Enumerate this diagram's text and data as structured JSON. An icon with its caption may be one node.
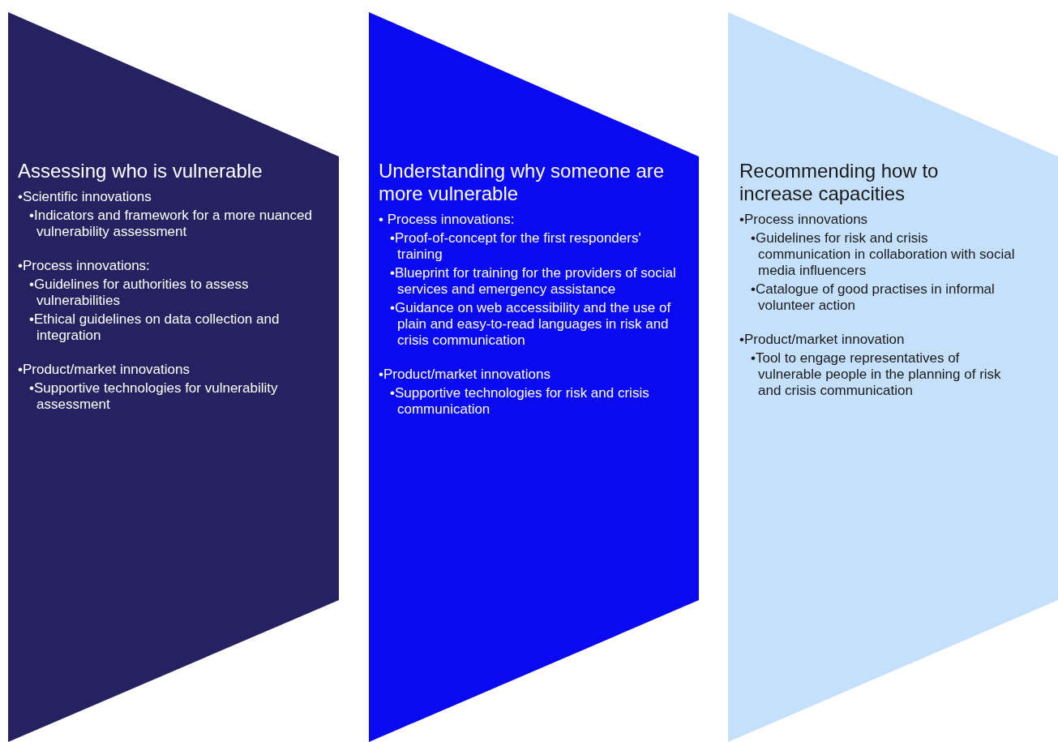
{
  "diagram": {
    "nodes": [
      {
        "text": [
          "Assessing who is vulnerable",
          "•Scientific innovations",
          "•Indicators and framework for a more nuanced vulnerability assessment",
          "•Process innovations:",
          "•Guidelines for authorities to assess vulnerabilities",
          "•Ethical guidelines on data collection and integration",
          "•Product/market innovations",
          "•Supportive technologies for vulnerability assessment"
        ]
      },
      {
        "text": [
          "Understanding why someone are more vulnerable",
          "• Process innovations:",
          "•Proof-of-concept for the first responders' training",
          "•Blueprint for training for the providers of social services and emergency assistance",
          "•Guidance on web accessibility and the use of plain and easy-to-read languages in risk and crisis communication",
          "•Product/market innovations",
          "•Supportive technologies for risk and crisis communication"
        ]
      },
      {
        "text": [
          "Recommending how to increase capacities",
          "•Process innovations",
          "•Guidelines for risk and crisis communication in collaboration with social media influencers",
          "•Catalogue of good practises in informal volunteer action",
          "•Product/market innovation",
          "•Tool to engage representatives of vulnerable people in the planning of risk and crisis communication"
        ]
      }
    ]
  }
}
